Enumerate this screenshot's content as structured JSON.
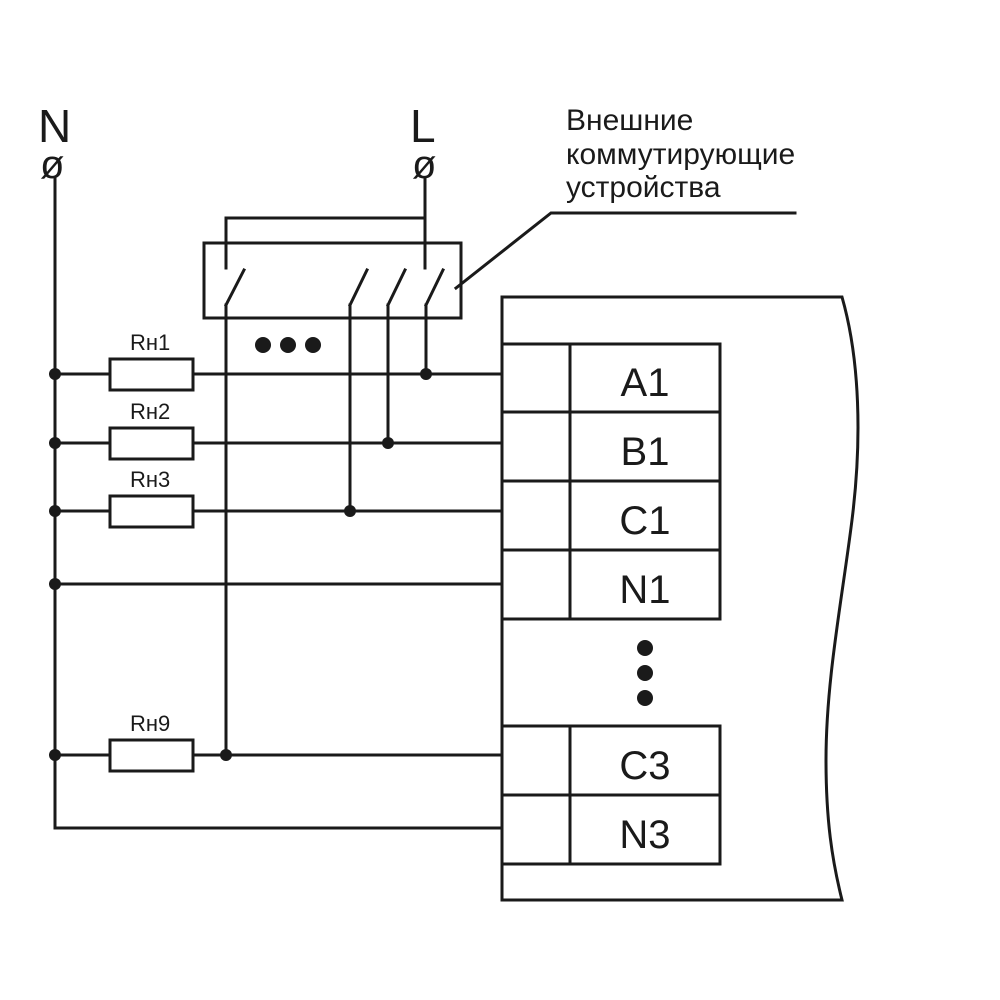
{
  "supply": {
    "neutral_label": "N",
    "line_label": "L",
    "terminal_symbol": "ø"
  },
  "switches": {
    "caption_lines": [
      "Внешние",
      "коммутирующие",
      "устройства"
    ]
  },
  "loads": [
    {
      "label": "Rн1"
    },
    {
      "label": "Rн2"
    },
    {
      "label": "Rн3"
    },
    {
      "label": "Rн9"
    }
  ],
  "device": {
    "terminals_top": [
      "A1",
      "B1",
      "C1",
      "N1"
    ],
    "terminals_bottom": [
      "C3",
      "N3"
    ]
  }
}
